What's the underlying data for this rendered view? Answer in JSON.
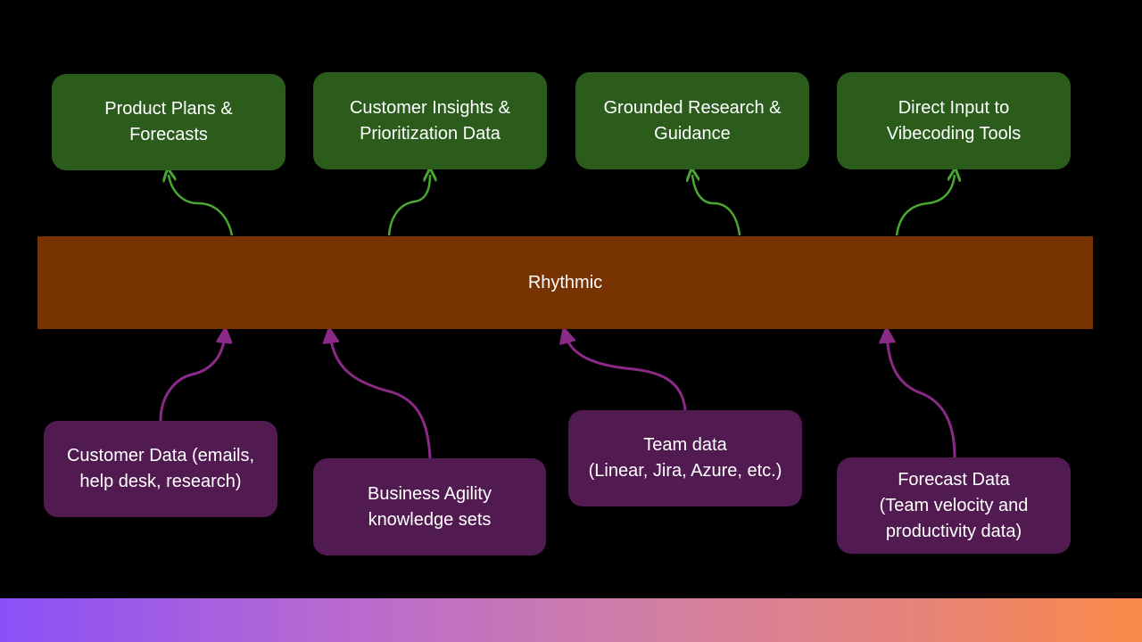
{
  "diagram": {
    "central": {
      "label": "Rhythmic"
    },
    "outputs": [
      {
        "label": "Product Plans &\nForecasts"
      },
      {
        "label": "Customer Insights &\nPrioritization Data"
      },
      {
        "label": "Grounded Research &\nGuidance"
      },
      {
        "label": "Direct Input to\nVibecoding Tools"
      }
    ],
    "inputs": [
      {
        "label": "Customer Data (emails,\nhelp desk, research)"
      },
      {
        "label": "Business Agility\nknowledge sets"
      },
      {
        "label": "Team data\n(Linear, Jira, Azure, etc.)"
      },
      {
        "label": "Forecast Data\n(Team velocity and\nproductivity data)"
      }
    ]
  },
  "colors": {
    "background": "#000000",
    "output_box": "#2b5c1c",
    "input_box": "#511a50",
    "central_band": "#773301",
    "output_arrow": "#4aa832",
    "input_arrow": "#8a2a86",
    "text": "#ffffff"
  }
}
